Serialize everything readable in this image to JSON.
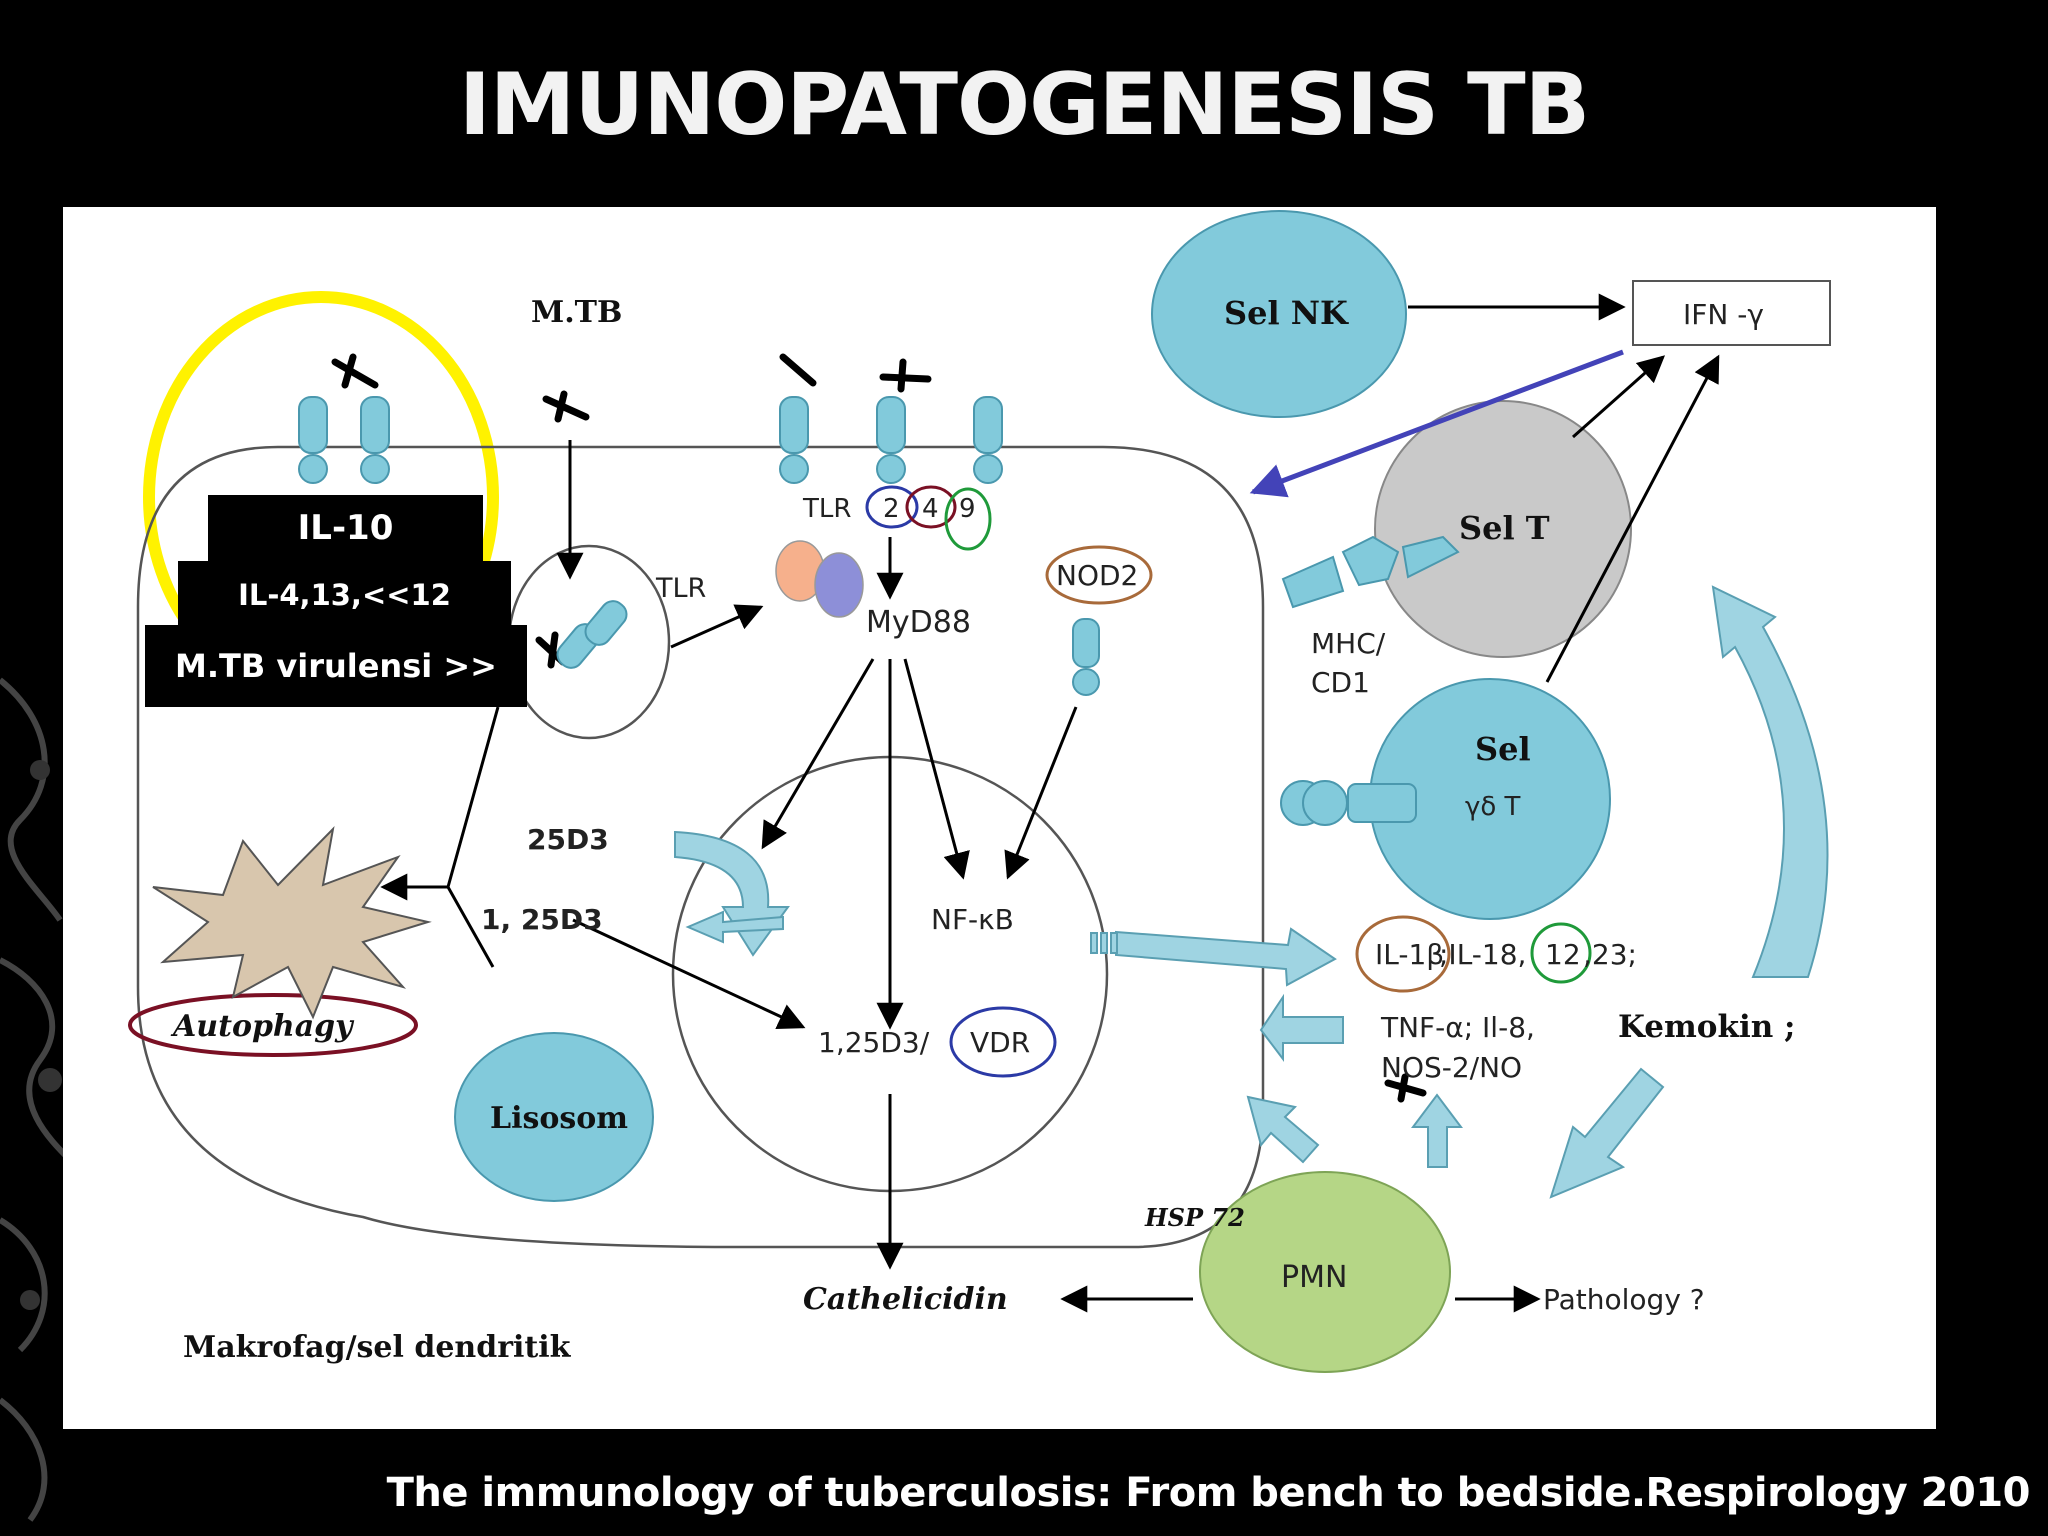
{
  "title": "IMUNOPATOGENESIS TB",
  "citation": "The immunology of tuberculosis: From bench to bedside.Respirology 2010",
  "colors": {
    "cell_blue": "#82cadb",
    "cell_blue_dark": "#4a98ae",
    "pmn_green": "#b5d686",
    "sel_t_gray": "#c9c9c9",
    "highlight_yellow": "#fff200",
    "navy_circle": "#2b3aa6",
    "maroon_circle": "#7a1024",
    "green_circle": "#1f9a3a",
    "brown_circle": "#a86a3a",
    "arrow_purple": "#4343b8"
  },
  "diagram": {
    "m_tb": "M.TB",
    "tlr": "TLR",
    "tlr_prefix": "TLR",
    "tlr_2": "2",
    "tlr_4": "4",
    "tlr_9": "9",
    "myd88": "MyD88",
    "nod2": "NOD2",
    "d3_25": "25D3",
    "d3_125": "1, 25D3",
    "nfkb": "NF-κB",
    "d3_vdr": "1,25D3/",
    "vdr": "VDR",
    "autophagy": "Autophagy",
    "lisosom": "Lisosom",
    "cathelicidin": "Cathelicidin",
    "makrofag": "Makrofag/sel dendritik",
    "sel_nk": "Sel NK",
    "ifn": "IFN -γ",
    "sel_t": "Sel T",
    "mhc": "MHC/",
    "cd1": "CD1",
    "sel_gd_1": "Sel",
    "sel_gd_2": "γδ T",
    "il1b": "IL-1β",
    "il18": ";IL-18,",
    "il12": "12",
    "il23": ",23;",
    "tnf": "TNF-α; Il-8,",
    "kemokin": "Kemokin ;",
    "nos": "NOS-2/NO",
    "hsp": "HSP 72",
    "pmn": "PMN",
    "pathology": "Pathology ?"
  },
  "overlay": {
    "il10": "IL-10",
    "il4": "IL-4,13,<<12",
    "virulensi": "M.TB virulensi >>"
  }
}
